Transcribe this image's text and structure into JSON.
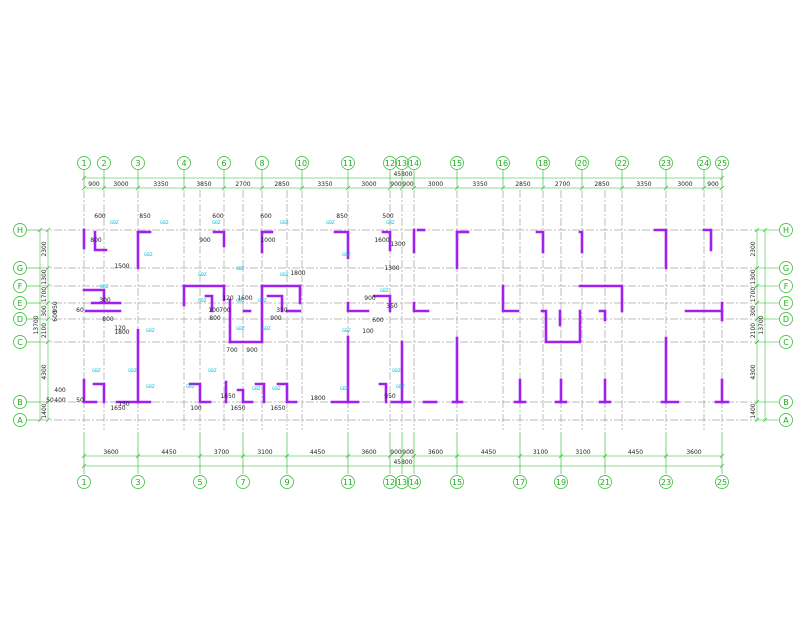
{
  "colors": {
    "background": "#ffffff",
    "axis": "#22bb22",
    "gridline": "#7c7c7c",
    "wall": "#a020f0",
    "wall_light": "#c080ff",
    "text": "#222222",
    "tag": "#00b8c8"
  },
  "columns": [
    {
      "label": "1",
      "top": true,
      "bottom": true
    },
    {
      "label": "2",
      "top": true,
      "bottom": false
    },
    {
      "label": "3",
      "top": true,
      "bottom": true
    },
    {
      "label": "4",
      "top": true,
      "bottom": false
    },
    {
      "label": "5",
      "top": false,
      "bottom": true
    },
    {
      "label": "6",
      "top": true,
      "bottom": false
    },
    {
      "label": "7",
      "top": false,
      "bottom": true
    },
    {
      "label": "8",
      "top": true,
      "bottom": false
    },
    {
      "label": "9",
      "top": false,
      "bottom": true
    },
    {
      "label": "10",
      "top": true,
      "bottom": false
    },
    {
      "label": "11",
      "top": true,
      "bottom": true
    },
    {
      "label": "12",
      "top": true,
      "bottom": true
    },
    {
      "label": "13",
      "top": true,
      "bottom": true
    },
    {
      "label": "14",
      "top": true,
      "bottom": true
    },
    {
      "label": "15",
      "top": true,
      "bottom": true
    },
    {
      "label": "16",
      "top": true,
      "bottom": false
    },
    {
      "label": "17",
      "top": false,
      "bottom": true
    },
    {
      "label": "18",
      "top": true,
      "bottom": false
    },
    {
      "label": "19",
      "top": false,
      "bottom": true
    },
    {
      "label": "20",
      "top": true,
      "bottom": false
    },
    {
      "label": "21",
      "top": false,
      "bottom": true
    },
    {
      "label": "22",
      "top": true,
      "bottom": false
    },
    {
      "label": "23",
      "top": true,
      "bottom": true
    },
    {
      "label": "24",
      "top": true,
      "bottom": false
    },
    {
      "label": "25",
      "top": true,
      "bottom": true
    }
  ],
  "rows": [
    "H",
    "G",
    "F",
    "E",
    "D",
    "C",
    "B",
    "A"
  ],
  "top_overall_dim": "45800",
  "bottom_overall_dim": "45800",
  "top_dims": [
    "900",
    "3000",
    "3350",
    "3850",
    "2700",
    "2850",
    "3350",
    "3000",
    "900",
    "900",
    "3000",
    "3350",
    "2850",
    "2700",
    "2850",
    "3350",
    "3000",
    "900"
  ],
  "bottom_dims": [
    "3600",
    "4450",
    "3700",
    "3100",
    "4450",
    "3600",
    "900",
    "900",
    "3600",
    "4450",
    "3100",
    "3100",
    "4450",
    "3600"
  ],
  "left_dims": [
    "2300",
    "1300",
    "1700",
    "300",
    "2100",
    "4300",
    "1400"
  ],
  "right_dims": [
    "2300",
    "1300",
    "1700",
    "300",
    "2100",
    "4300",
    "1400"
  ],
  "left_overall_dim": "13700",
  "right_overall_dim": "13700",
  "left_extra_dims": [
    "950",
    "600"
  ],
  "wall_dims": [
    "600",
    "850",
    "600",
    "600",
    "850",
    "500",
    "800",
    "900",
    "1000",
    "1600",
    "1800",
    "1500",
    "1300",
    "1300",
    "900",
    "700",
    "800",
    "900",
    "700",
    "900",
    "800",
    "600",
    "1600",
    "120",
    "300",
    "120",
    "60",
    "100",
    "350",
    "350",
    "100",
    "1800",
    "1800",
    "950",
    "50",
    "150",
    "100",
    "400",
    "400",
    "1650",
    "1650",
    "1650",
    "1650",
    "50"
  ],
  "wall_tag": "GBZ"
}
